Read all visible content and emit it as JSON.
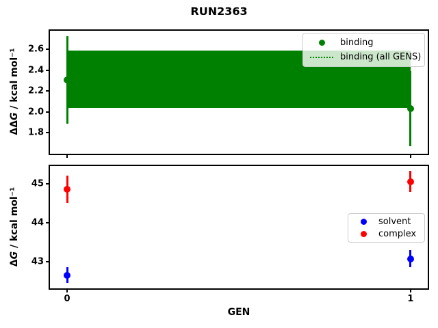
{
  "title": "RUN2363",
  "colors": {
    "binding": "#008000",
    "solvent": "#0000ff",
    "complex": "#ff0000",
    "spine": "#000000",
    "legend_border": "#cccccc"
  },
  "chart_data": [
    {
      "type": "scatter",
      "name": "binding-vs-gen",
      "xlabel": "",
      "ylabel": "ΔΔG / kcal mol⁻¹",
      "ylabel_parts": {
        "delta": "ΔΔ",
        "symbol": "G",
        "rest": " / kcal mol⁻¹"
      },
      "xlim": [
        -0.05,
        1.05
      ],
      "ylim": [
        1.6,
        2.78
      ],
      "xticks": [
        0,
        1
      ],
      "xtick_labels": [],
      "yticks": [
        1.8,
        2.0,
        2.2,
        2.4,
        2.6
      ],
      "ytick_labels": [
        "1.8",
        "2.0",
        "2.2",
        "2.4",
        "2.6"
      ],
      "grid": false,
      "band": {
        "label": "binding (all GENS)",
        "x0": 0,
        "x1": 1,
        "lo": 2.04,
        "hi": 2.59,
        "center": 2.315,
        "line_style": "dotted",
        "color_key": "binding"
      },
      "series": [
        {
          "name": "binding",
          "color_key": "binding",
          "marker": "circle",
          "x": [
            0,
            1
          ],
          "y": [
            2.31,
            2.03
          ],
          "yerr": [
            0.42,
            0.36
          ]
        }
      ],
      "legend": {
        "position": "upper-right",
        "entries": [
          {
            "label": "binding",
            "marker": "dot",
            "color_key": "binding"
          },
          {
            "label": "binding (all GENS)",
            "marker": "dotted-line",
            "color_key": "binding"
          }
        ]
      }
    },
    {
      "type": "scatter",
      "name": "solvent-complex-vs-gen",
      "xlabel": "GEN",
      "ylabel": "ΔG / kcal mol⁻¹",
      "ylabel_parts": {
        "delta": "Δ",
        "symbol": "G",
        "rest": " / kcal mol⁻¹"
      },
      "xlim": [
        -0.05,
        1.05
      ],
      "ylim": [
        42.32,
        45.46
      ],
      "xticks": [
        0,
        1
      ],
      "xtick_labels": [
        "0",
        "1"
      ],
      "yticks": [
        43,
        44,
        45
      ],
      "ytick_labels": [
        "43",
        "44",
        "45"
      ],
      "grid": false,
      "series": [
        {
          "name": "solvent",
          "color_key": "solvent",
          "marker": "circle",
          "x": [
            0,
            1
          ],
          "y": [
            42.66,
            43.08
          ],
          "yerr": [
            0.2,
            0.22
          ]
        },
        {
          "name": "complex",
          "color_key": "complex",
          "marker": "circle",
          "x": [
            0,
            1
          ],
          "y": [
            44.86,
            45.06
          ],
          "yerr": [
            0.35,
            0.27
          ]
        }
      ],
      "legend": {
        "position": "center-right",
        "entries": [
          {
            "label": "solvent",
            "marker": "dot",
            "color_key": "solvent"
          },
          {
            "label": "complex",
            "marker": "dot",
            "color_key": "complex"
          }
        ]
      }
    }
  ]
}
